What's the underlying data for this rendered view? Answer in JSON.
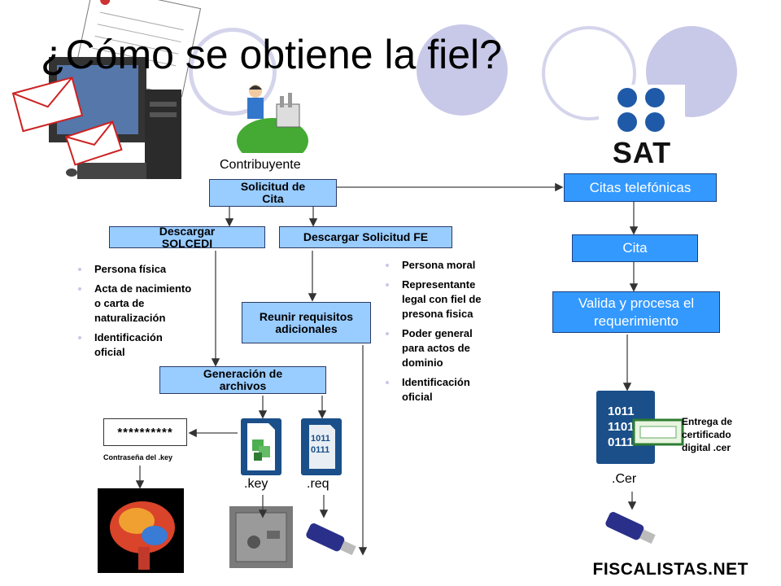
{
  "title": "¿Cómo se obtiene la fiel?",
  "contribuyente": "Contribuyente",
  "sat_logo_text": "SAT",
  "boxes": {
    "solicitud_cita": "Solicitud de Cita",
    "descargar_solcedi": "Descargar SOLCEDI",
    "descargar_solicitud_fe": "Descargar Solicitud FE",
    "reunir_requisitos": "Reunir requisitos adicionales",
    "generacion_archivos": "Generación de archivos",
    "citas_telefonicas": "Citas telefónicas",
    "cita": "Cita",
    "valida_procesa": "Valida y procesa el requerimiento"
  },
  "persona_fisica_list": [
    "Persona física",
    "Acta de nacimiento o carta de naturalización",
    "Identificación oficial"
  ],
  "persona_moral_list": [
    "Persona moral",
    "Representante legal con fiel de presona fisica",
    "Poder general para actos de dominio",
    "Identificación oficial"
  ],
  "password_box": "**********",
  "password_caption": "Contraseña del .key",
  "key_label": ".key",
  "req_label": ".req",
  "cer_label": ".Cer",
  "entrega_text": "Entrega de certificado digital .cer",
  "file_icon_text": "1011 0111",
  "cer_icon_text": "1011 1101 0111",
  "brand": "FISCALISTAS.NET",
  "colors": {
    "box_fill": "#99ccff",
    "box_fill_dark": "#3399ff",
    "circle": "#c8c8e8"
  }
}
